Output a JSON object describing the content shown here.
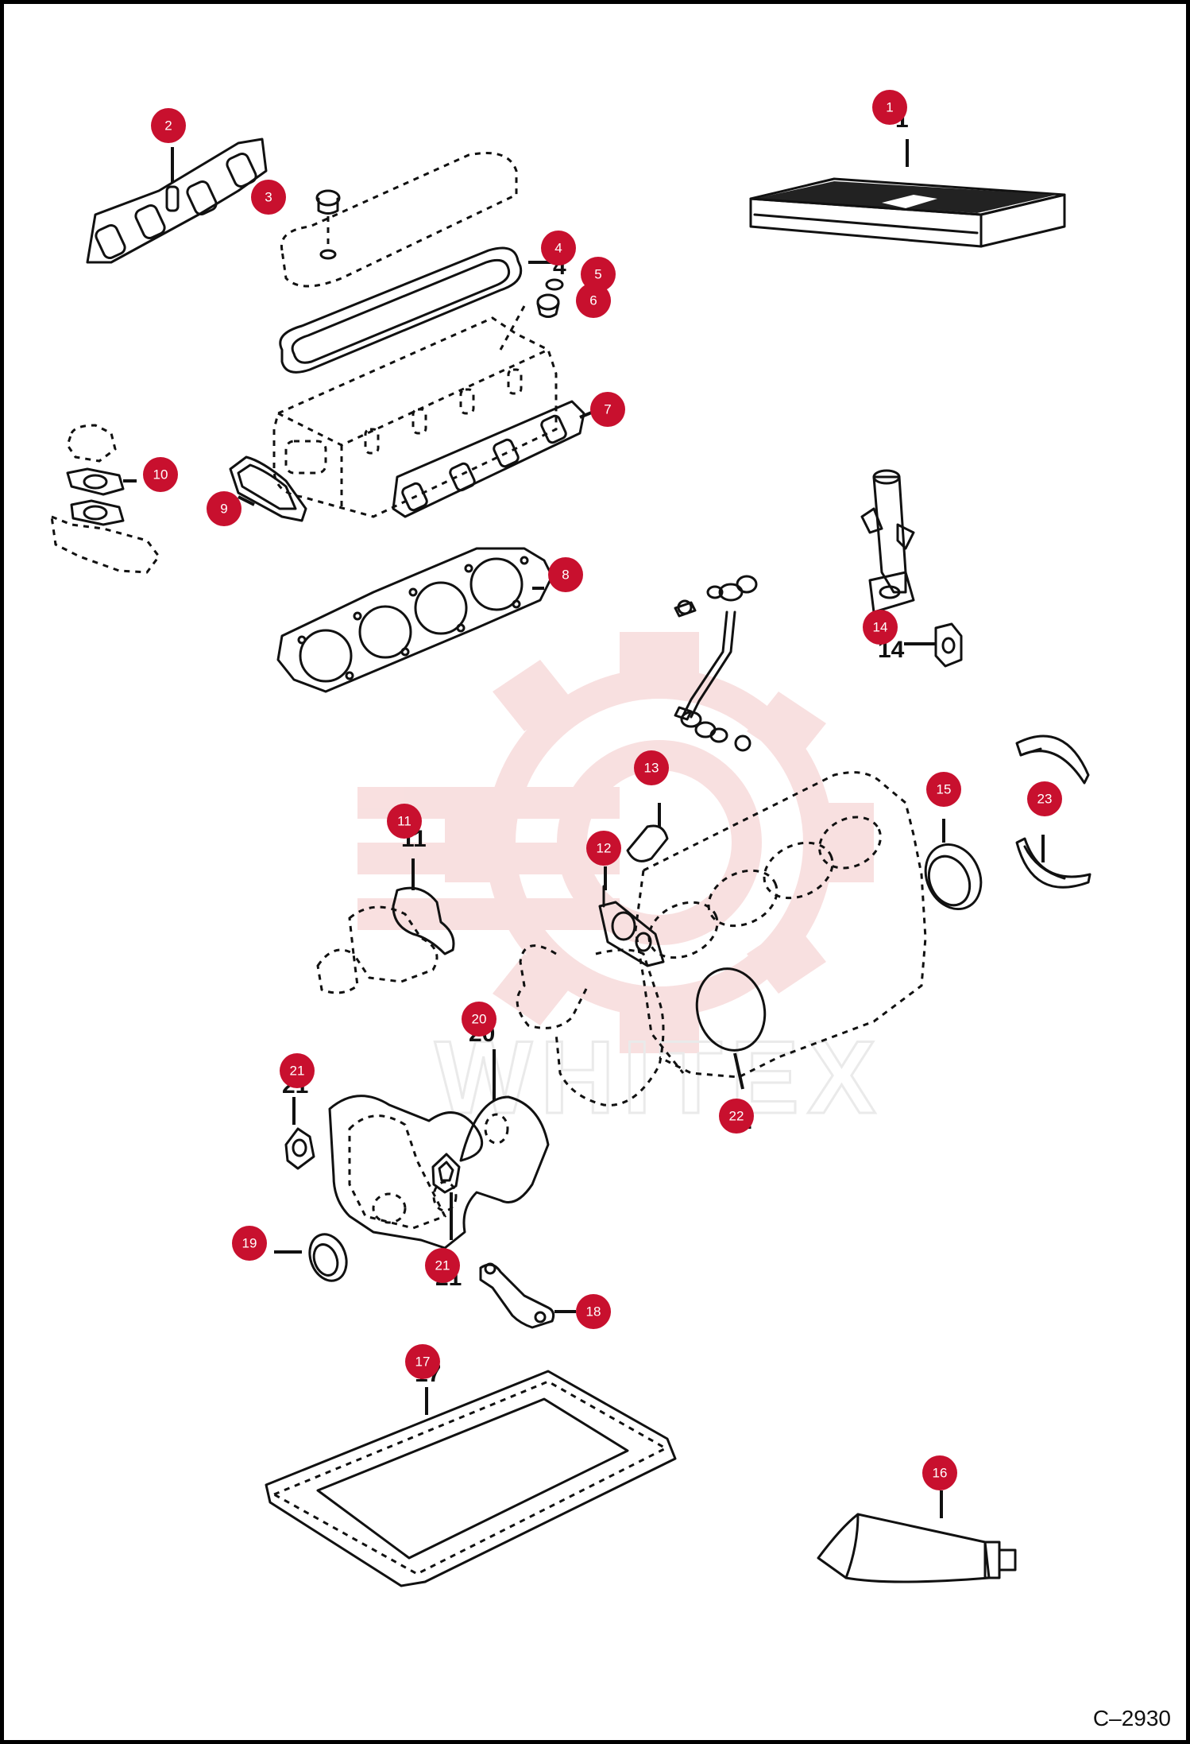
{
  "diagram": {
    "drawing_number": "C–2930",
    "watermark_text": "WHITEX",
    "marker_color": "#c8102e",
    "watermark_color": "#f4c7c7",
    "callouts": [
      "1",
      "2",
      "3",
      "4",
      "5",
      "6",
      "7",
      "8",
      "9",
      "10",
      "11",
      "12",
      "13",
      "14",
      "15",
      "16",
      "17",
      "18",
      "19",
      "20",
      "21",
      "21",
      "22",
      "23"
    ]
  }
}
